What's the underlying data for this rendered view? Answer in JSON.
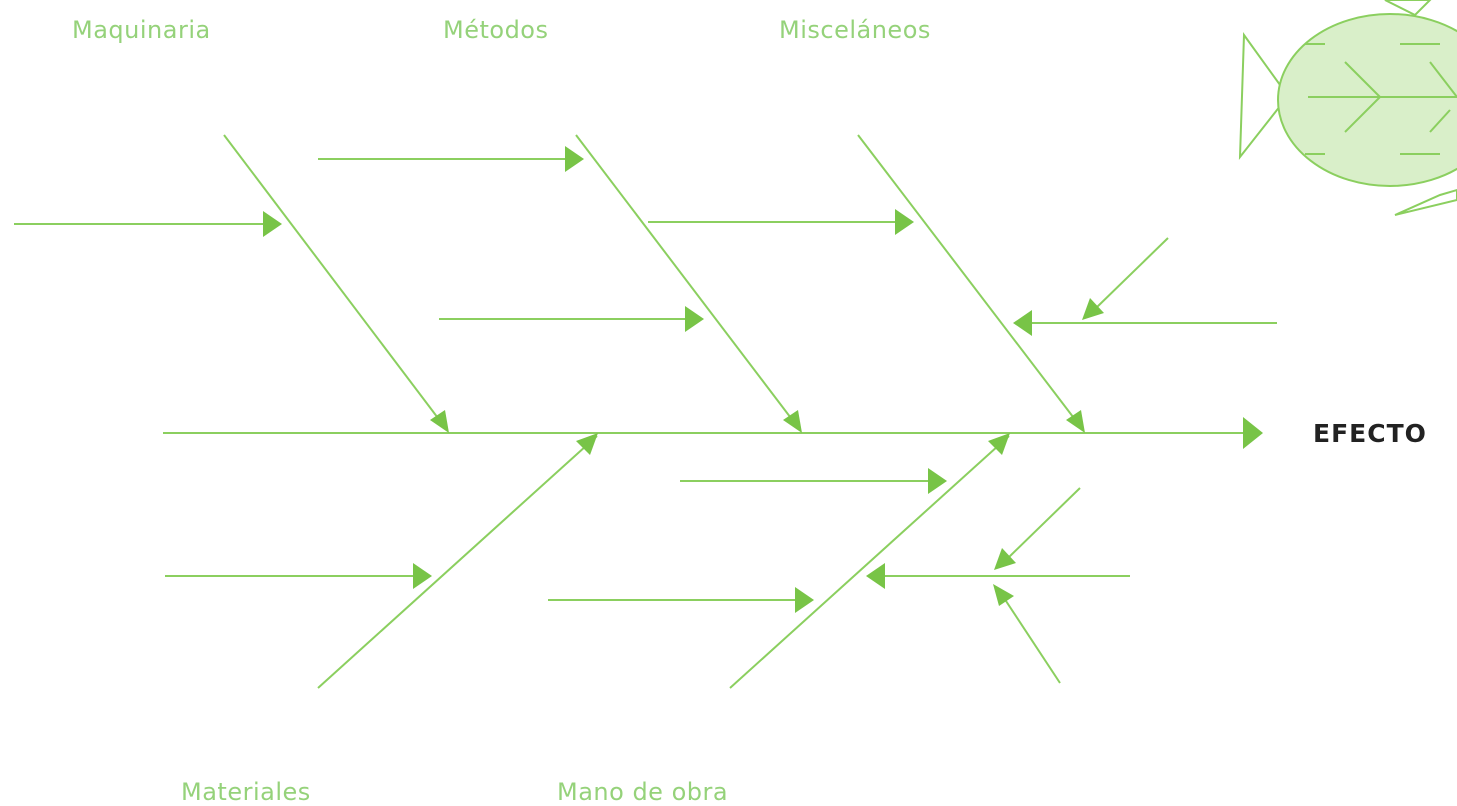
{
  "colors": {
    "line": "#8bcf5f",
    "arrow": "#78c447",
    "label": "#95d27a",
    "effect_text": "#222222",
    "fish_fill": "#d9efc9",
    "fish_stroke": "#8bcf5f"
  },
  "categories": {
    "top": [
      "Maquinaria",
      "Métodos",
      "Misceláneos"
    ],
    "bottom": [
      "Materiales",
      "Mano de obra"
    ]
  },
  "effect": {
    "label": "EFECTO"
  },
  "icons": {
    "fish": "fish-icon"
  }
}
